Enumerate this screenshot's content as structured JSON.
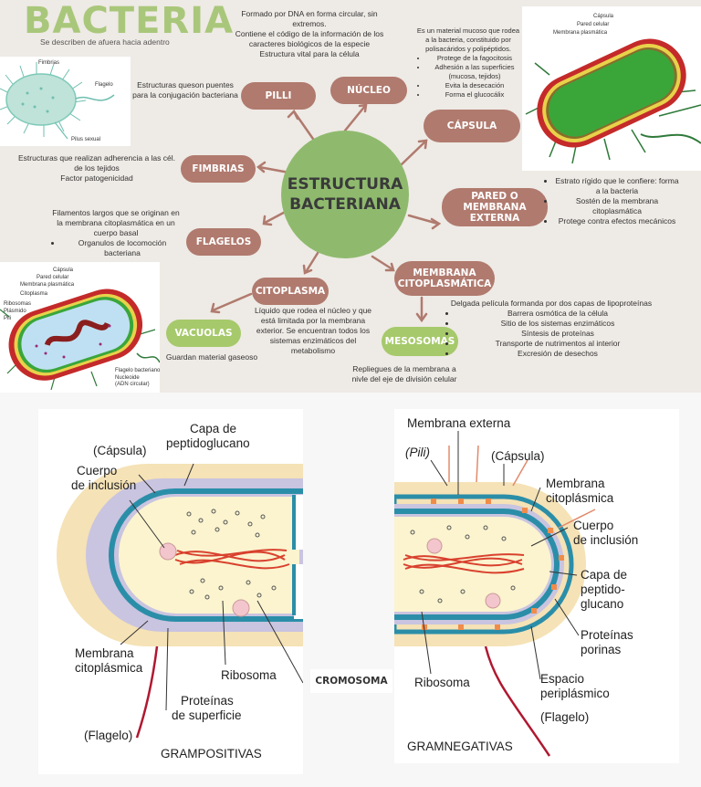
{
  "header": {
    "title": "BACTERIA",
    "subtitle": "Se describen de afuera hacia adentro"
  },
  "center": {
    "line1": "ESTRUCTURA",
    "line2": "BACTERIANA"
  },
  "nodes": {
    "pilli": "PILLI",
    "nucleo": "NÚCLEO",
    "capsula": "CÁPSULA",
    "fimbrias": "FIMBRIAS",
    "pared_l1": "PARED O MEMBRANA",
    "pared_l2": "EXTERNA",
    "flagelos": "FLAGELOS",
    "citoplasma": "CITOPLASMA",
    "membrana_l1": "MEMBRANA",
    "membrana_l2": "CITOPLASMÁTICA",
    "vacuolas": "VACUOLAS",
    "mesosomas": "MESOSOMAS"
  },
  "texts": {
    "nucleo": [
      "Formado por DNA en forma circular, sin extremos.",
      "Contiene el código de la información de los caracteres biológicos de la especie",
      "Estructura vital para la célula"
    ],
    "pilli": [
      "Estructuras queson puentes para la conjugación bacteriana"
    ],
    "capsula_intro": "Es un material mucoso que rodea a la bacteria, constituido por polisacáridos y polipéptidos.",
    "capsula_items": [
      "Protege de la fagocitosis",
      "Adhesión a las superficies (mucosa, tejidos)",
      "Evita la desecación",
      "Forma el glucocálix"
    ],
    "fimbrias": [
      "Estructuras que realizan adherencia a las cél. de los tejidos",
      "Factor patogenicidad"
    ],
    "pared_items": [
      "Estrato rígido que le confiere: forma a la bacteria",
      "Sostén de la membrana citoplasmática",
      "Protege contra efectos mecánicos"
    ],
    "flagelos_intro": "Filamentos largos que se originan en la membrana citoplasmática en un cuerpo basal",
    "flagelos_items": [
      "Organulos de locomoción bacteriana"
    ],
    "citoplasma": "Líquido que rodea el núcleo y que está limitada por la membrana exterior. Se encuentran todos los sistemas enzimáticos del metabolismo",
    "membrana_intro": "Delgada película formanda por dos capas de lipoproteínas",
    "membrana_items": [
      "Barrera osmótica de la célula",
      "Sitio de los sistemas enzimáticos",
      "Síntesis de proteínas",
      "Transporte de nutrimentos al interior",
      "Excresión de desechos"
    ],
    "vacuolas": "Guardan material gaseoso",
    "mesosomas": "Repliegues de la membrana a nivle del eje de división celular"
  },
  "image_labels": {
    "fig1": {
      "fimbrias": "Fimbrias",
      "flagelo": "Flagelo",
      "pilus": "Pilus sexual"
    },
    "fig2": {
      "capsula": "Cápsula",
      "pared": "Pared celular",
      "membrana": "Membrana plasmática"
    },
    "fig3": {
      "capsula": "Cápsula",
      "pared": "Pared celular",
      "membrana": "Membrana plasmática",
      "citoplasma": "Citoplasma",
      "ribosomas": "Ribosomas",
      "plasmido": "Plásmido",
      "pili": "Pili",
      "flagelo": "Flagelo bacteriano",
      "nucleoide_l1": "Nucleoide",
      "nucleoide_l2": "(ADN circular)"
    }
  },
  "gram_pos": {
    "capsula": "(Cápsula)",
    "capa_l1": "Capa de",
    "capa_l2": "peptidoglucano",
    "cuerpo_l1": "Cuerpo",
    "cuerpo_l2": "de inclusión",
    "membrana_l1": "Membrana",
    "membrana_l2": "citoplásmica",
    "ribosoma": "Ribosoma",
    "proteinas_l1": "Proteínas",
    "proteinas_l2": "de superficie",
    "flagelo": "(Flagelo)",
    "caption": "GRAMPOSITIVAS"
  },
  "cromosoma": "CROMOSOMA",
  "gram_neg": {
    "membrana_ext": "Membrana externa",
    "pili": "(Pili)",
    "capsula": "(Cápsula)",
    "membrana_l1": "Membrana",
    "membrana_l2": "citoplásmica",
    "cuerpo_l1": "Cuerpo",
    "cuerpo_l2": "de inclusión",
    "capa_l1": "Capa de",
    "capa_l2": "peptido-",
    "capa_l3": "glucano",
    "proteinas_l1": "Proteínas",
    "proteinas_l2": "porinas",
    "espacio_l1": "Espacio",
    "espacio_l2": "periplásmico",
    "ribosoma": "Ribosoma",
    "flagelo": "(Flagelo)",
    "caption": "GRAMNEGATIVAS"
  },
  "colors": {
    "pill": "#b07a6e",
    "green": "#a6c96b",
    "center": "#8fba6e",
    "title": "#a9c77a",
    "capsule": "#f5e2b6",
    "membrane": "#2b8ea8",
    "wall": "#c9c4e0",
    "chromosome": "#d9412e"
  }
}
